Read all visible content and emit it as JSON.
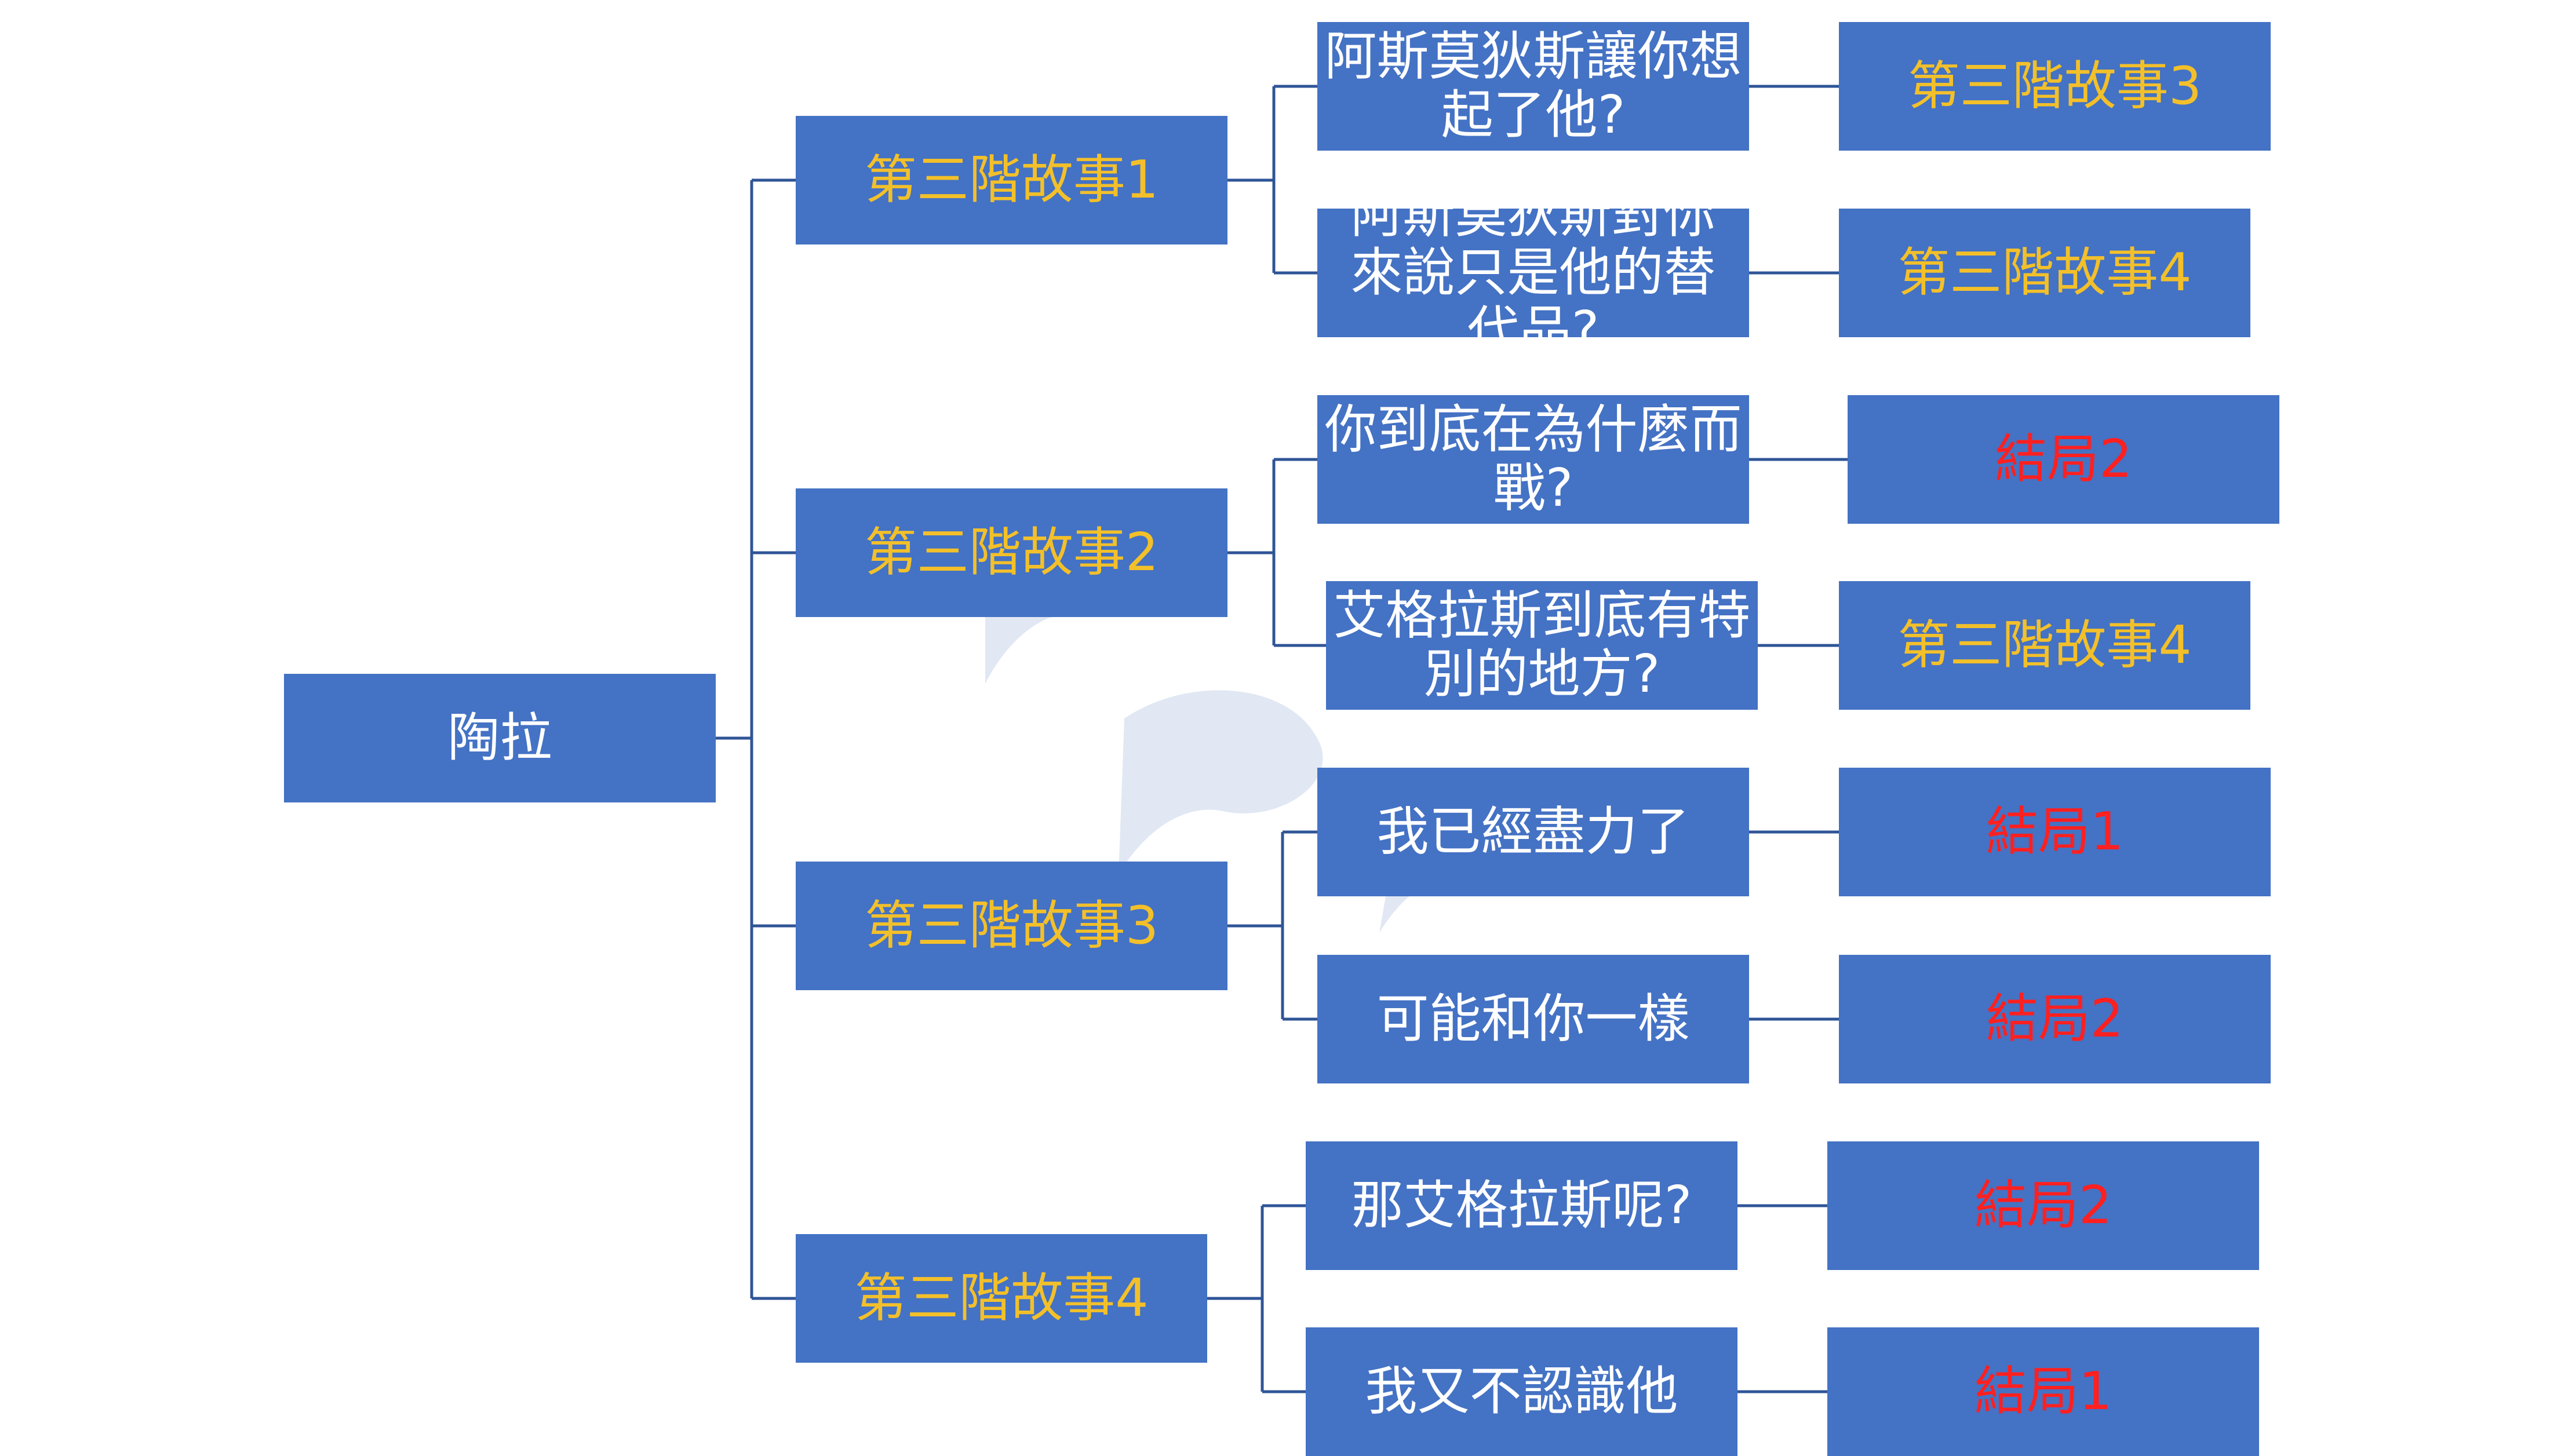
{
  "colors": {
    "box_fill": "#4472c4",
    "text_white": "#ffffff",
    "text_gold": "#f3c02a",
    "text_red": "#ff2020",
    "connector": "#2f5597",
    "watermark": "#c9d6ea"
  },
  "root": {
    "label": "陶拉"
  },
  "branches": [
    {
      "label": "第三階故事1",
      "choices": [
        {
          "label": "阿斯莫狄斯讓你想起了他?",
          "result": "第三階故事3",
          "result_kind": "story"
        },
        {
          "label": "阿斯莫狄斯對你來說只是他的替代品?",
          "result": "第三階故事4",
          "result_kind": "story"
        }
      ]
    },
    {
      "label": "第三階故事2",
      "choices": [
        {
          "label": "你到底在為什麼而戰?",
          "result": "結局2",
          "result_kind": "ending"
        },
        {
          "label": "艾格拉斯到底有特別的地方?",
          "result": "第三階故事4",
          "result_kind": "story"
        }
      ]
    },
    {
      "label": "第三階故事3",
      "choices": [
        {
          "label": "我已經盡力了",
          "result": "結局1",
          "result_kind": "ending"
        },
        {
          "label": "可能和你一樣",
          "result": "結局2",
          "result_kind": "ending"
        }
      ]
    },
    {
      "label": "第三階故事4",
      "choices": [
        {
          "label": "那艾格拉斯呢?",
          "result": "結局2",
          "result_kind": "ending"
        },
        {
          "label": "我又不認識他",
          "result": "結局1",
          "result_kind": "ending"
        }
      ]
    }
  ]
}
